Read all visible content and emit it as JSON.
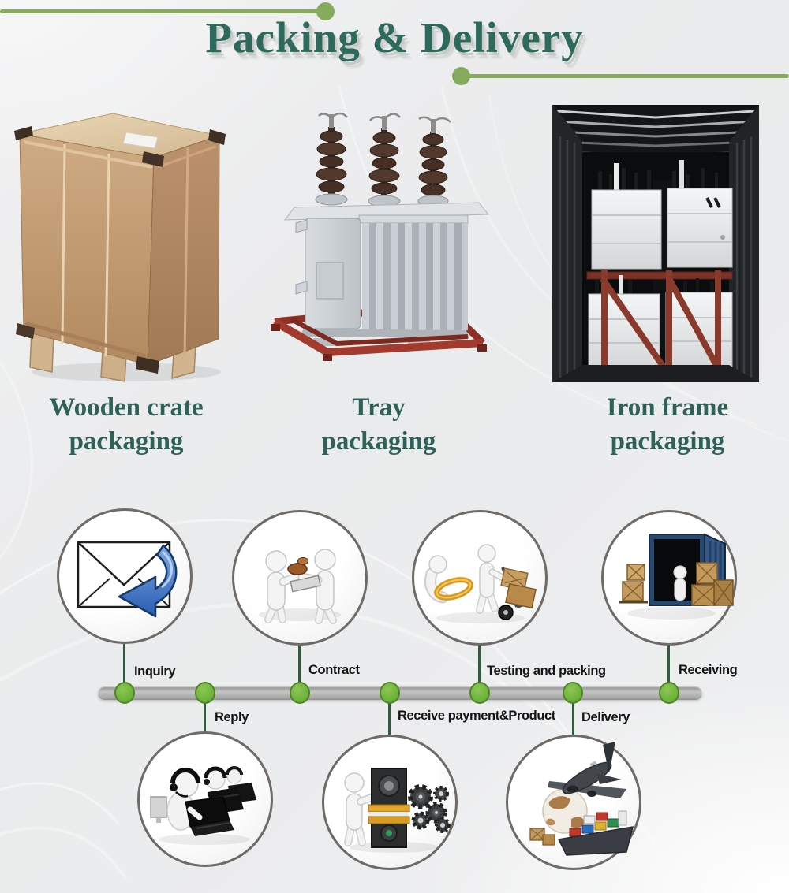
{
  "title": {
    "text": "Packing & Delivery"
  },
  "colors": {
    "accent_green": "#86ab5c",
    "dot_green": "#6db33a",
    "dot_border": "#4f8526",
    "teal_heading": "#2d6a5c",
    "teal_label": "#2e6157",
    "bar_gray": "#a6a6a6",
    "connector_green": "#2f5c3c"
  },
  "packaging_items": [
    {
      "name": "wooden-crate",
      "line1": "Wooden crate",
      "line2": "packaging",
      "image": "wooden-crate-photo"
    },
    {
      "name": "tray",
      "line1": "Tray",
      "line2": "packaging",
      "image": "tray-transformer-photo"
    },
    {
      "name": "iron-frame",
      "line1": "Iron frame",
      "line2": "packaging",
      "image": "container-iron-frame-photo"
    }
  ],
  "process": {
    "steps": [
      {
        "label": "Inquiry",
        "position": "above",
        "icon": "envelope-reply-icon"
      },
      {
        "label": "Reply",
        "position": "below",
        "icon": "customer-support-icon"
      },
      {
        "label": "Contract",
        "position": "above",
        "icon": "contract-signing-icon"
      },
      {
        "label": "Receive payment&Product",
        "position": "below",
        "icon": "payment-production-icon"
      },
      {
        "label": "Testing and packing",
        "position": "above",
        "icon": "testing-packing-icon"
      },
      {
        "label": "Delivery",
        "position": "below",
        "icon": "air-sea-delivery-icon"
      },
      {
        "label": "Receiving",
        "position": "above",
        "icon": "container-receiving-icon"
      }
    ]
  }
}
